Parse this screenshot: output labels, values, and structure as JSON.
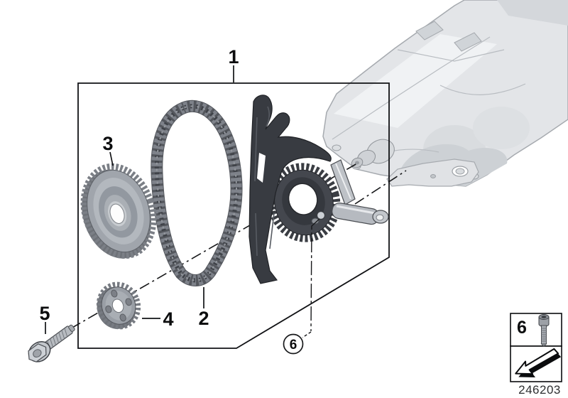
{
  "callouts": {
    "item1": "1",
    "item2": "2",
    "item3": "3",
    "item4": "4",
    "item5": "5",
    "item6": "6"
  },
  "inset": {
    "item_label": "6",
    "screw_icon": "socket-head-screw-icon",
    "arrow_icon": "installation-direction-arrow-icon"
  },
  "footer": {
    "diagram_number": "246203"
  },
  "colors": {
    "background": "#ffffff",
    "line": "#121316",
    "dark_part": "#383b41",
    "metal": "#bec2c7",
    "gear_gray": "#a0a5ac",
    "engine_block_gray": "#e3e5e8"
  }
}
